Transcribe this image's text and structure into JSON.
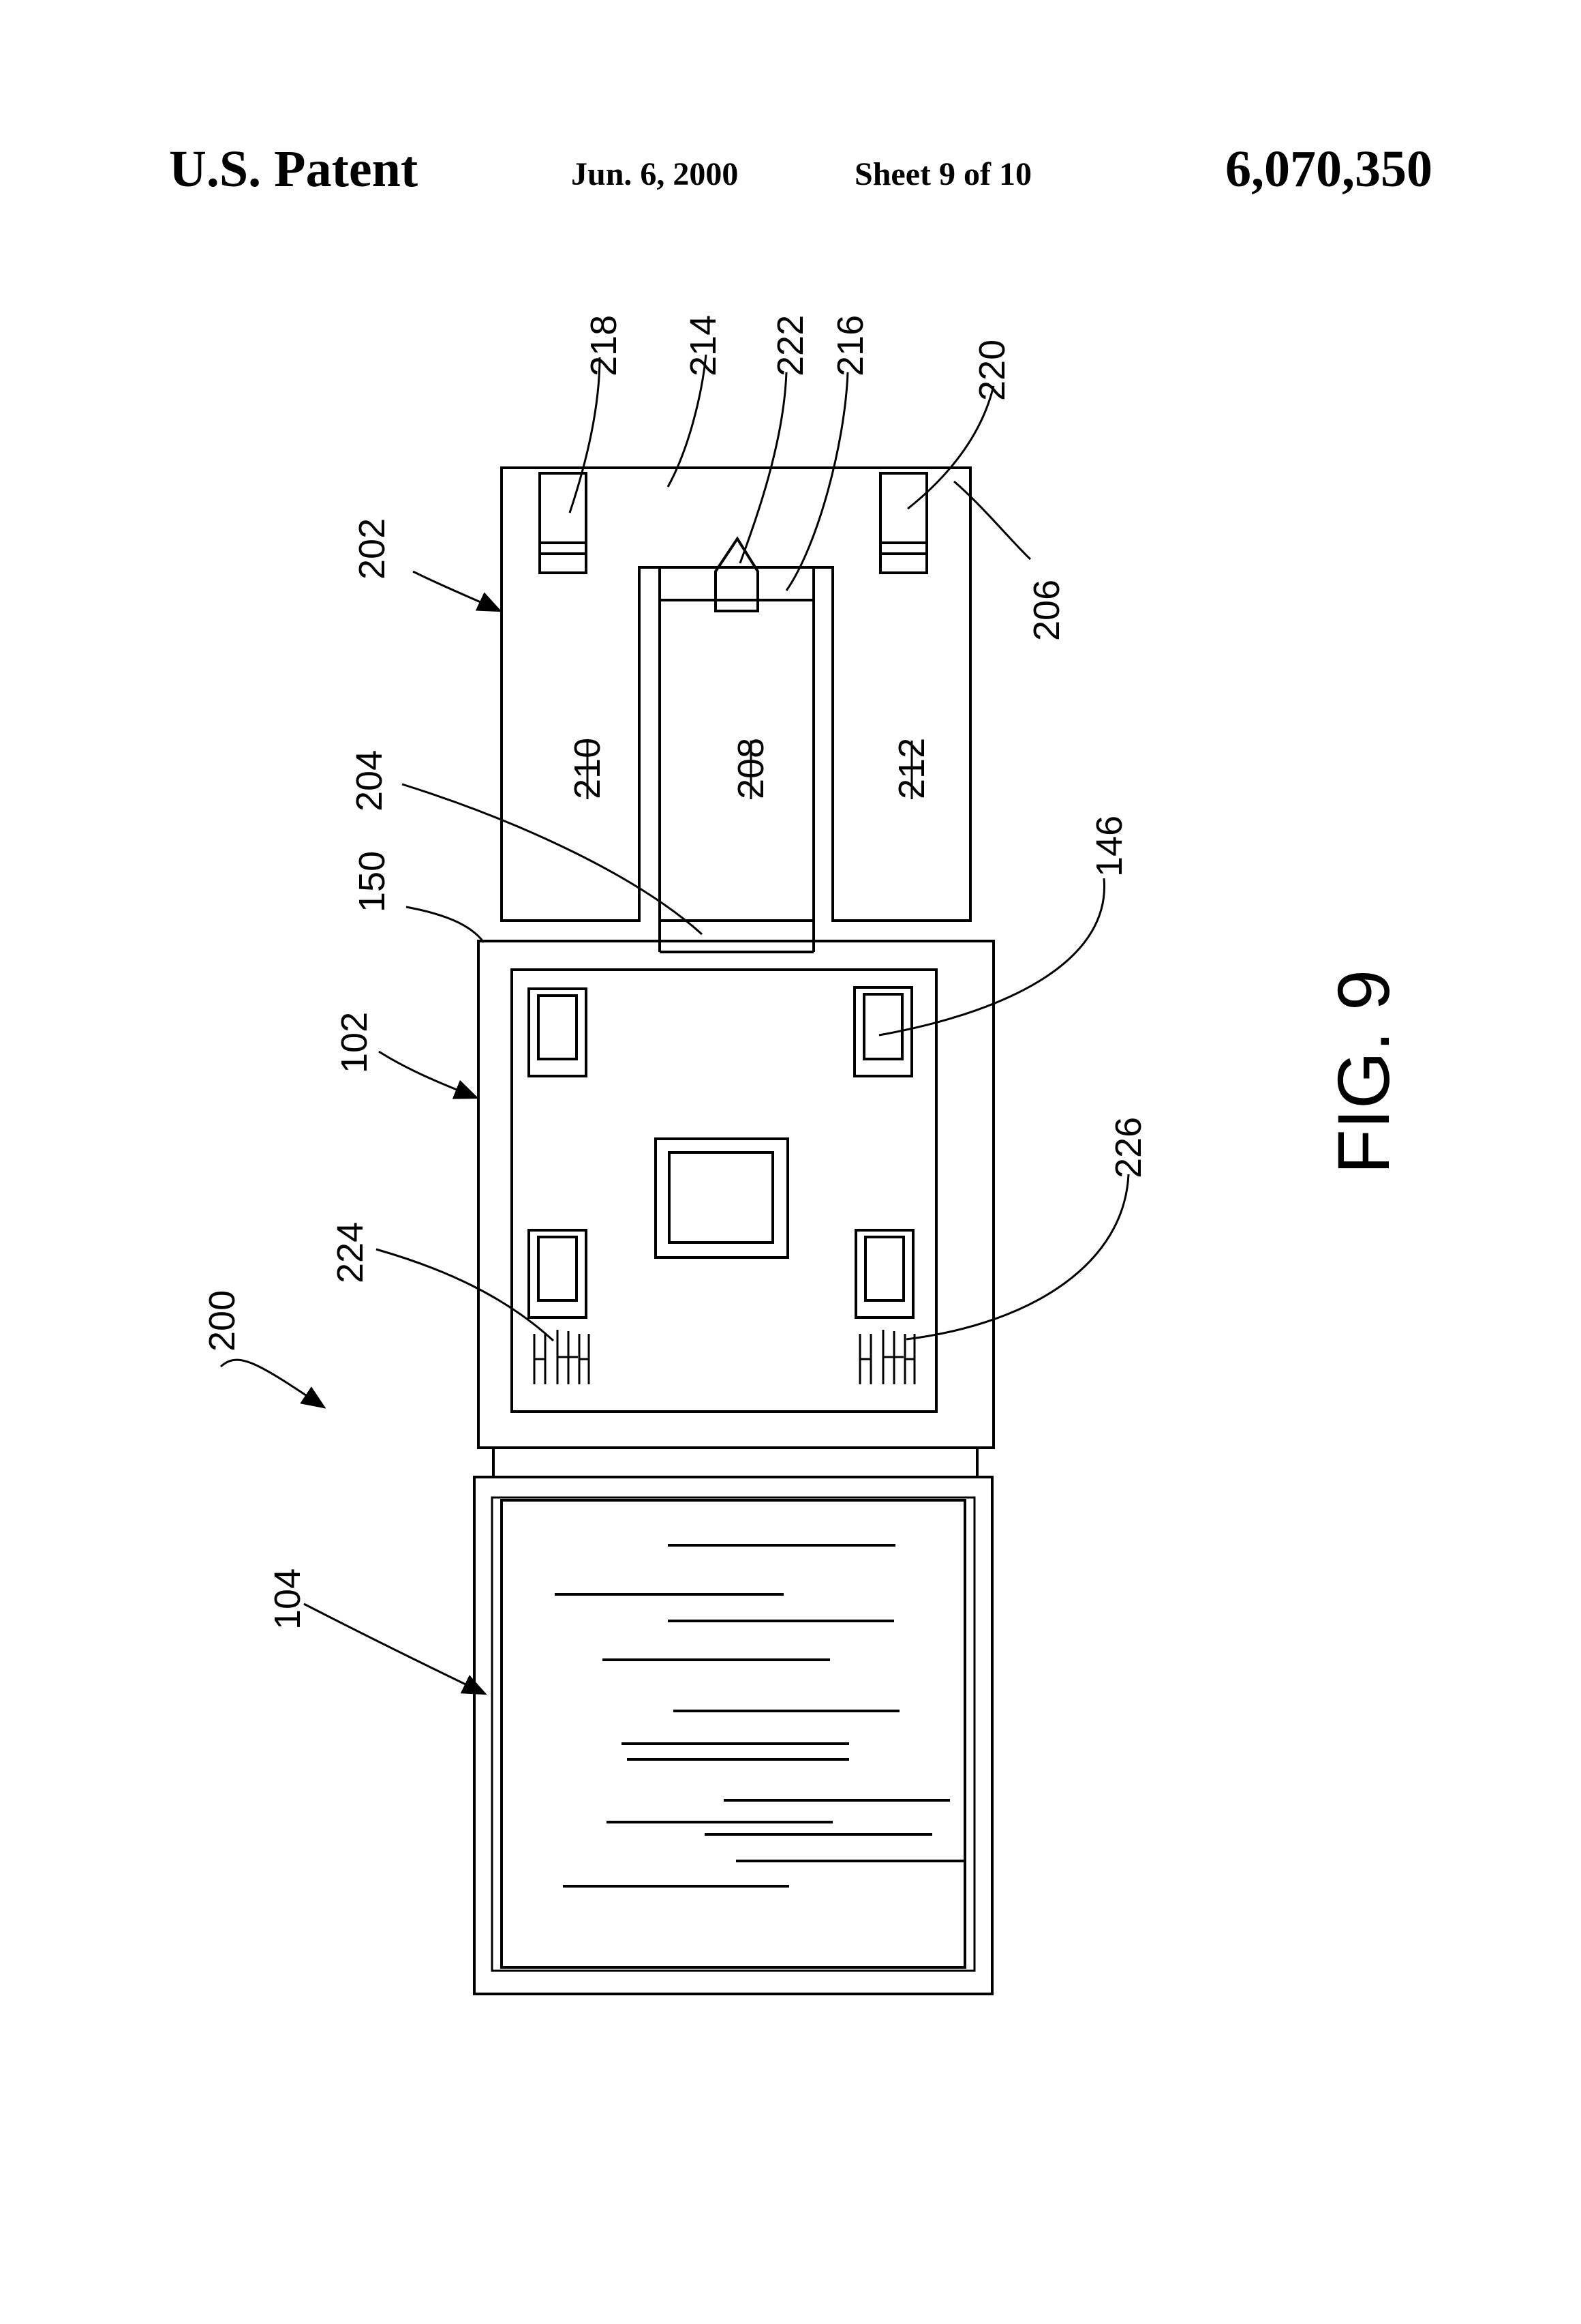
{
  "header": {
    "left": "U.S. Patent",
    "date": "Jun. 6, 2000",
    "sheet": "Sheet 9 of 10",
    "patent_number": "6,070,350"
  },
  "figure": {
    "caption": "FIG. 9",
    "labels": {
      "r200": "200",
      "r104": "104",
      "r102": "102",
      "r224": "224",
      "r226": "226",
      "r146": "146",
      "r150": "150",
      "r204": "204",
      "r202": "202",
      "r210": "210",
      "r208": "208",
      "r212": "212",
      "r206": "206",
      "r218": "218",
      "r214": "214",
      "r222": "222",
      "r216": "216",
      "r220": "220"
    }
  }
}
